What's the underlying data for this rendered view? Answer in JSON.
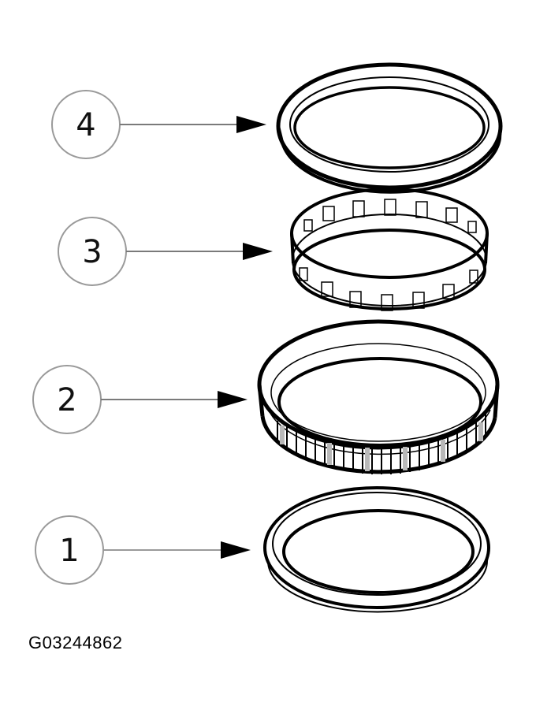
{
  "diagram": {
    "callouts": [
      {
        "id": "4",
        "label": "4"
      },
      {
        "id": "3",
        "label": "3"
      },
      {
        "id": "2",
        "label": "2"
      },
      {
        "id": "1",
        "label": "1"
      }
    ],
    "figure_code": "G03244862"
  },
  "colors": {
    "line": "#000000",
    "callout_circle": "#9a9a9a",
    "leader": "#7a7a7a",
    "shading": "#b8b8b8"
  }
}
